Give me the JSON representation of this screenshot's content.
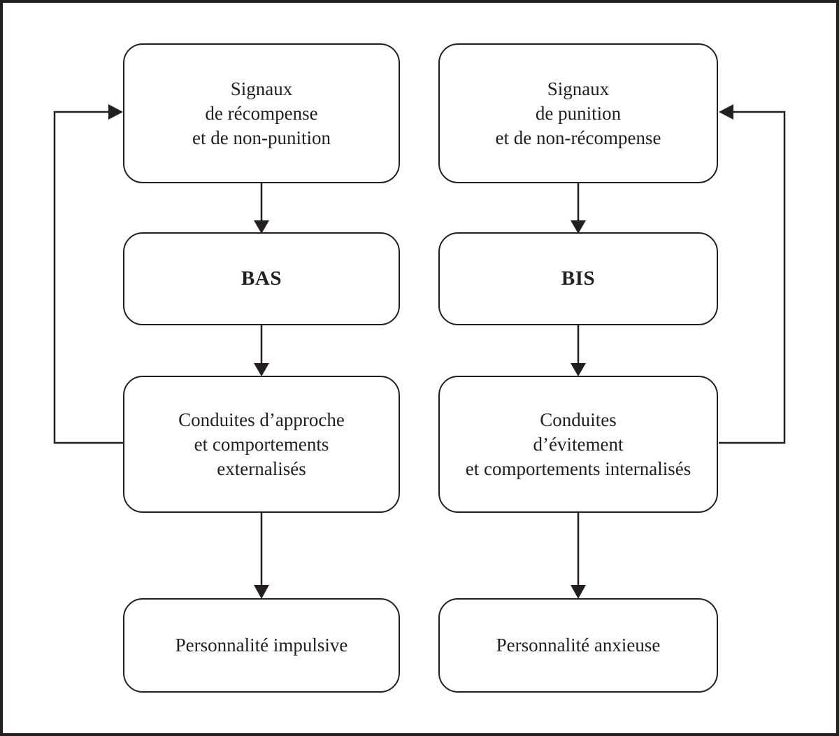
{
  "figure": {
    "background_color": "#ffffff",
    "line_color": "#231f20",
    "type": "flowchart",
    "description_visible_text_only": true
  },
  "columns": {
    "left": {
      "signals": "Signaux\nde récompense\net de non-punition",
      "system": "BAS",
      "conduct": "Conduites d’approche\net comportements\nexternalisés",
      "personality": "Personnalité impulsive"
    },
    "right": {
      "signals": "Signaux\nde punition\net de non-récompense",
      "system": "BIS",
      "conduct": "Conduites\nd’évitement\net comportements internalisés",
      "personality": "Personnalité anxieuse"
    }
  }
}
